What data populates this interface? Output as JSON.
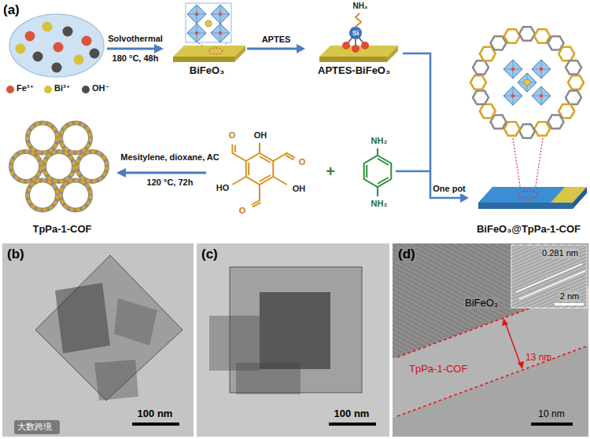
{
  "diagram": {
    "nodes": [
      {
        "text": [
          "BiFeO₃"
        ]
      },
      {
        "text": [
          "APTES-BiFeO₃"
        ]
      },
      {
        "text": [
          "TpPa-1-COF"
        ]
      },
      {
        "text": [
          "BiFeO₃@TpPa-1-COF"
        ]
      }
    ],
    "edges": [
      {
        "from": 0,
        "to": 1,
        "label": "APTES",
        "arrow": "to"
      },
      {
        "from": 1,
        "to": 3,
        "label": "One pot",
        "arrow": "to"
      }
    ],
    "labels": [
      "(a)",
      "Solvothermal",
      "180 °C, 48h",
      "NH₂",
      "Si",
      "O",
      "OH",
      "O",
      "OH",
      "O",
      "HO",
      "+",
      "NH₂",
      "NH₂",
      "Mesitylene, dioxane, AC",
      "120 °C, 72h",
      "(b)",
      "100 nm",
      "(c)",
      "100 nm",
      "(d)",
      "0.281 nm",
      "2 nm",
      "TpPa-1-COF",
      "BiFeO₃",
      "13 nm",
      "10 nm",
      "大数跨境"
    ],
    "legend": [
      {
        "text": "Fe³⁺",
        "color": "#d9553a"
      },
      {
        "text": "Bi³⁺",
        "color": "#d8c03a"
      },
      {
        "text": "OH⁻",
        "color": "#4d4d4d"
      }
    ]
  }
}
